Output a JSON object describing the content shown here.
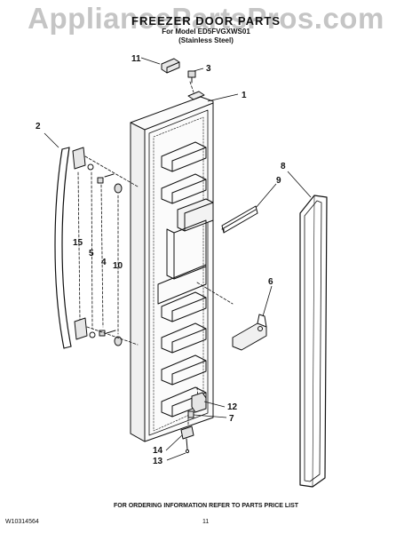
{
  "watermark": "AppliancePartsPros.com",
  "header": {
    "title": "FREEZER DOOR PARTS",
    "model_line": "For Model ED5FVGXWS01",
    "variant_line": "(Stainless Steel)"
  },
  "callouts": [
    "11",
    "3",
    "1",
    "2",
    "8",
    "9",
    "15",
    "5",
    "4",
    "10",
    "6",
    "12",
    "7",
    "14",
    "13"
  ],
  "footer": {
    "ordering_note": "FOR ORDERING INFORMATION REFER TO PARTS PRICE LIST",
    "doc_id": "W10314564",
    "page_number": "11"
  }
}
